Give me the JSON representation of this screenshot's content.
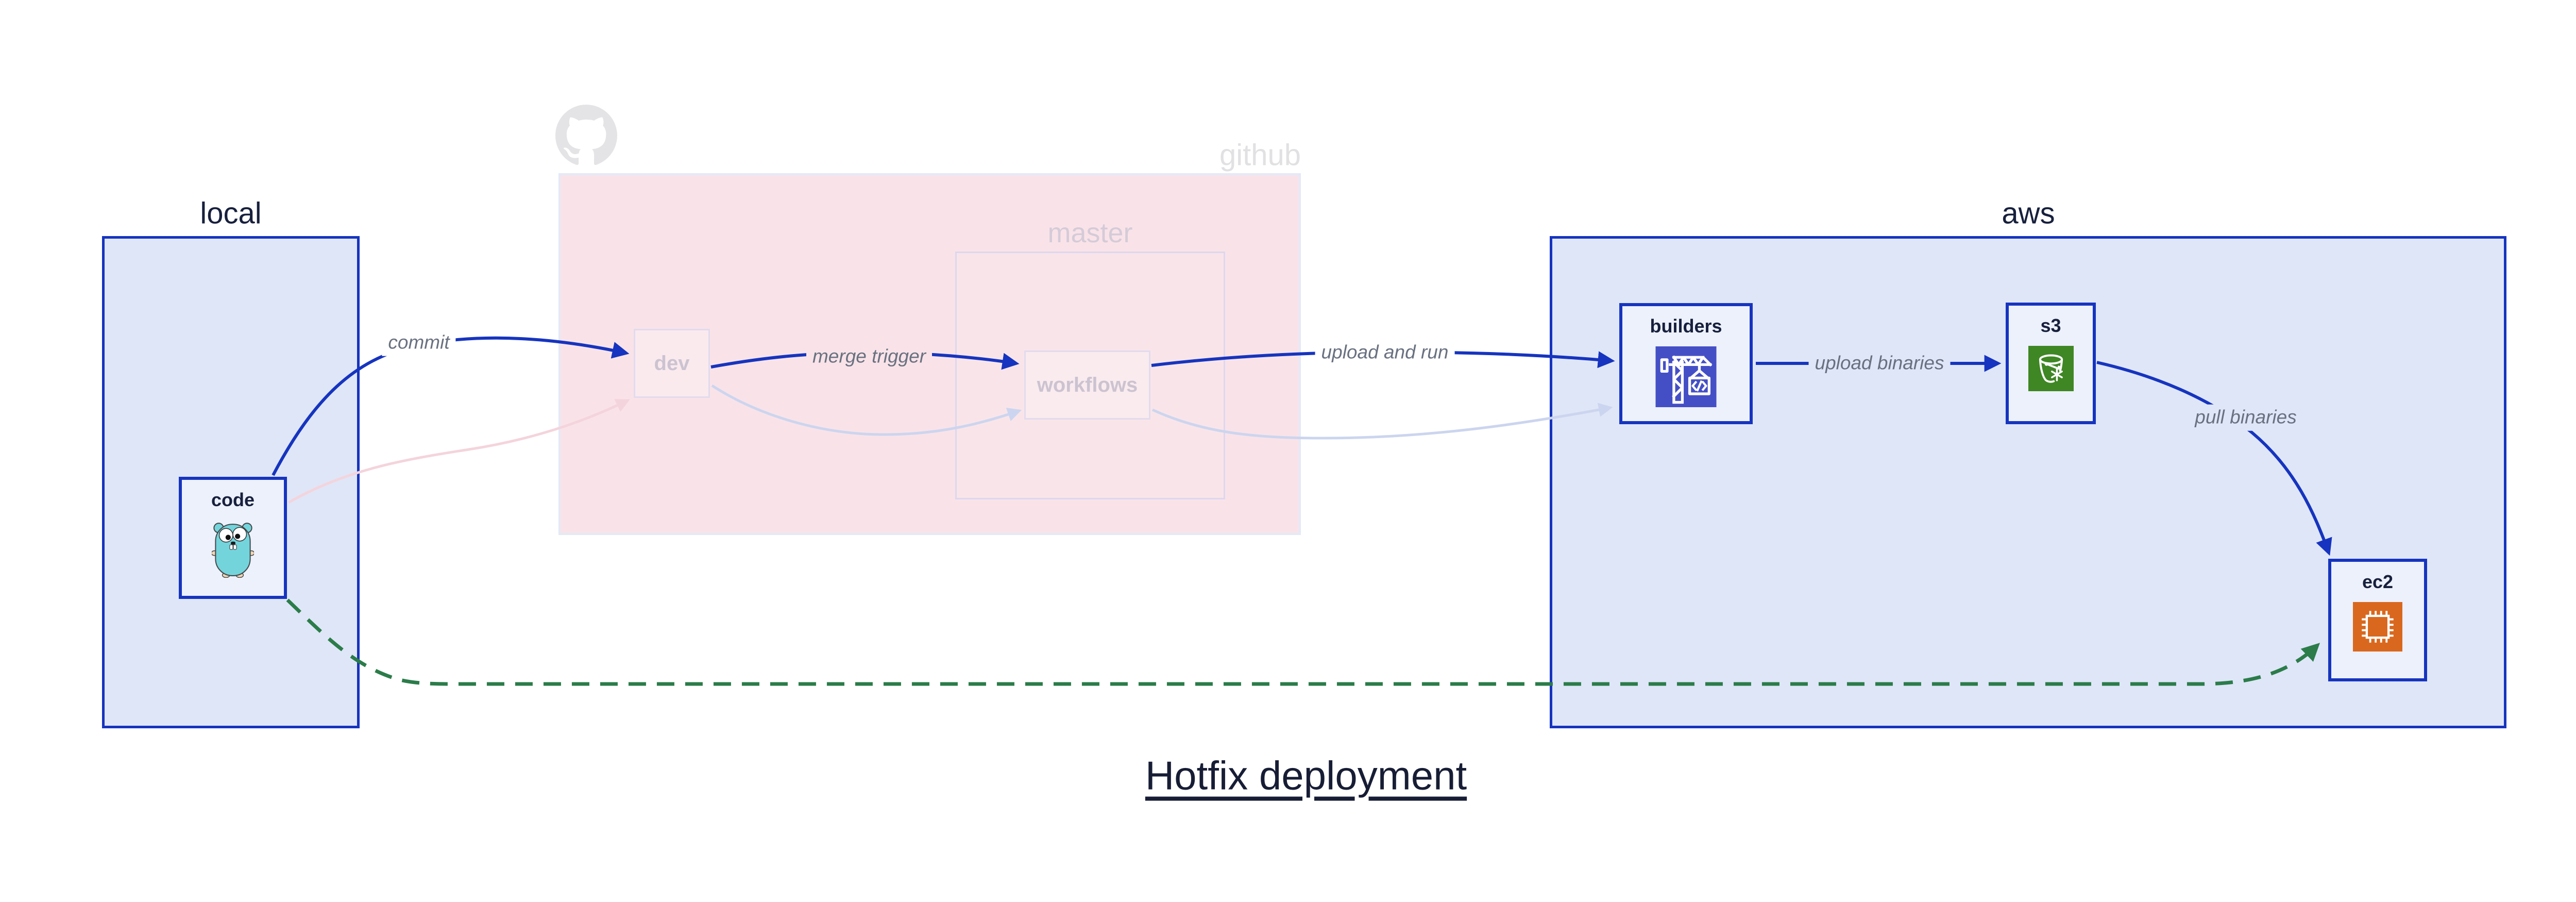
{
  "title": "Hotfix deployment",
  "regions": {
    "local": {
      "label": "local"
    },
    "github": {
      "label": "github",
      "master": {
        "label": "master"
      }
    },
    "aws": {
      "label": "aws"
    }
  },
  "nodes": {
    "code": {
      "label": "code",
      "icon": "go-gopher-icon"
    },
    "dev": {
      "label": "dev"
    },
    "workflows": {
      "label": "workflows"
    },
    "builders": {
      "label": "builders",
      "icon": "aws-codebuild-icon"
    },
    "s3": {
      "label": "s3",
      "icon": "aws-s3-bucket-icon"
    },
    "ec2": {
      "label": "ec2",
      "icon": "aws-ec2-chip-icon"
    }
  },
  "edges": {
    "commit": {
      "label": "commit",
      "style": "solid-blue",
      "from": "code",
      "to": "dev"
    },
    "merge_trigger": {
      "label": "merge trigger",
      "style": "solid-blue",
      "from": "dev",
      "to": "workflows"
    },
    "upload_and_run": {
      "label": "upload and run",
      "style": "solid-blue",
      "from": "workflows",
      "to": "builders"
    },
    "upload_binaries": {
      "label": "upload binaries",
      "style": "solid-blue",
      "from": "builders",
      "to": "s3"
    },
    "pull_binaries": {
      "label": "pull binaries",
      "style": "solid-blue",
      "from": "s3",
      "to": "ec2"
    },
    "code_to_dev_faded": {
      "label": "",
      "style": "faded-pink",
      "from": "code",
      "to": "dev"
    },
    "dev_to_workflows_faded": {
      "label": "",
      "style": "faded-blue",
      "from": "dev",
      "to": "workflows"
    },
    "workflows_to_builders_faded": {
      "label": "",
      "style": "faded-blue",
      "from": "workflows",
      "to": "builders"
    },
    "hotfix_code_to_ec2": {
      "label": "",
      "style": "dashed-green",
      "from": "code",
      "to": "ec2"
    }
  },
  "colors": {
    "accent_blue": "#1634bf",
    "region_fill": "#dfe6f8",
    "node_fill": "#edf1fb",
    "github_fill": "#f9e3e8",
    "faded_blue_edge": "#ccd5ef",
    "faded_pink_edge": "#f4d4dc",
    "green_dashed_edge": "#2b7c49",
    "edge_label_gray": "#697180",
    "dark_text": "#17203d",
    "faded_text": "#ccc3d1",
    "github_label_gray": "#e1e1e3",
    "octocat_gray": "#e4e4e6",
    "codebuild_purple": "#444fc6",
    "s3_green": "#3f8624",
    "ec2_orange": "#d9681e",
    "gopher_teal": "#73d4dc"
  }
}
